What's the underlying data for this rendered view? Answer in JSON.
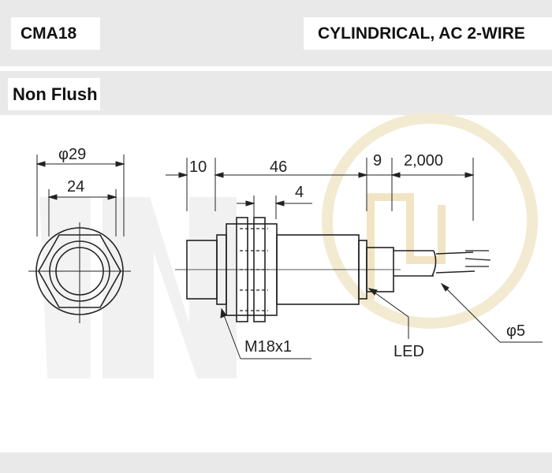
{
  "header": {
    "model": "CMA18",
    "type": "CYLINDRICAL, AC 2-WIRE"
  },
  "subheader": {
    "mounting": "Non Flush"
  },
  "diagram": {
    "dim_outer_diameter": "φ29",
    "dim_hex_width": "24",
    "dim_cap_length": "10",
    "dim_body_length": "46",
    "dim_nut_width": "4",
    "dim_tail_length": "9",
    "dim_cable_length": "2,000",
    "label_thread": "M18x1",
    "label_led": "LED",
    "label_cable_diameter": "φ5"
  },
  "colors": {
    "line": "#222222",
    "watermark": "#d9d9d9",
    "watermark_logo": "#f3e7c8"
  }
}
